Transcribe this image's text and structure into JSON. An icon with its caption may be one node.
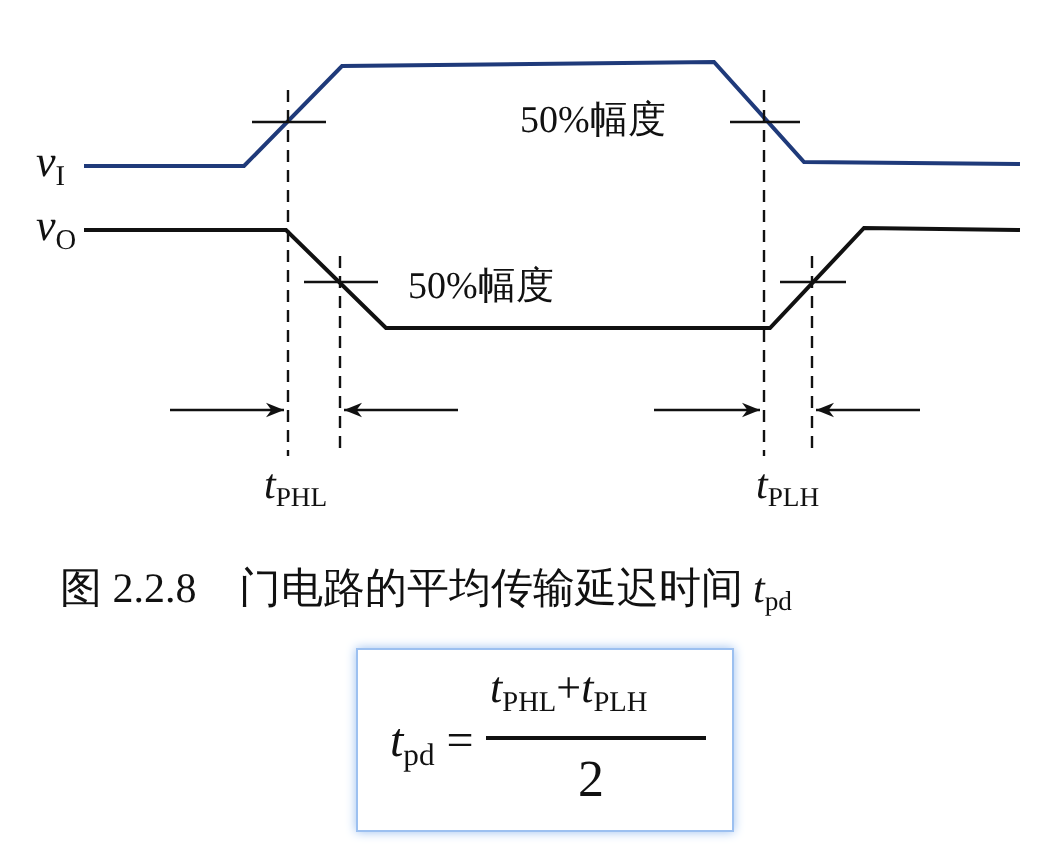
{
  "diagram": {
    "caption": "图 2.2.8　门电路的平均传输延迟时间 *t*$_{pd}$",
    "nodes": [
      {
        "text": [
          "*t*$_{pd}$ =",
          "*t*$_{PHL}$+*t*$_{PLH}$",
          "2"
        ]
      }
    ],
    "labels": [
      "*v*$_{I}$",
      "50%幅度",
      "*v*$_{O}$",
      "50%幅度",
      "*t*$_{PHL}$",
      "*t*$_{PLH}$"
    ]
  }
}
